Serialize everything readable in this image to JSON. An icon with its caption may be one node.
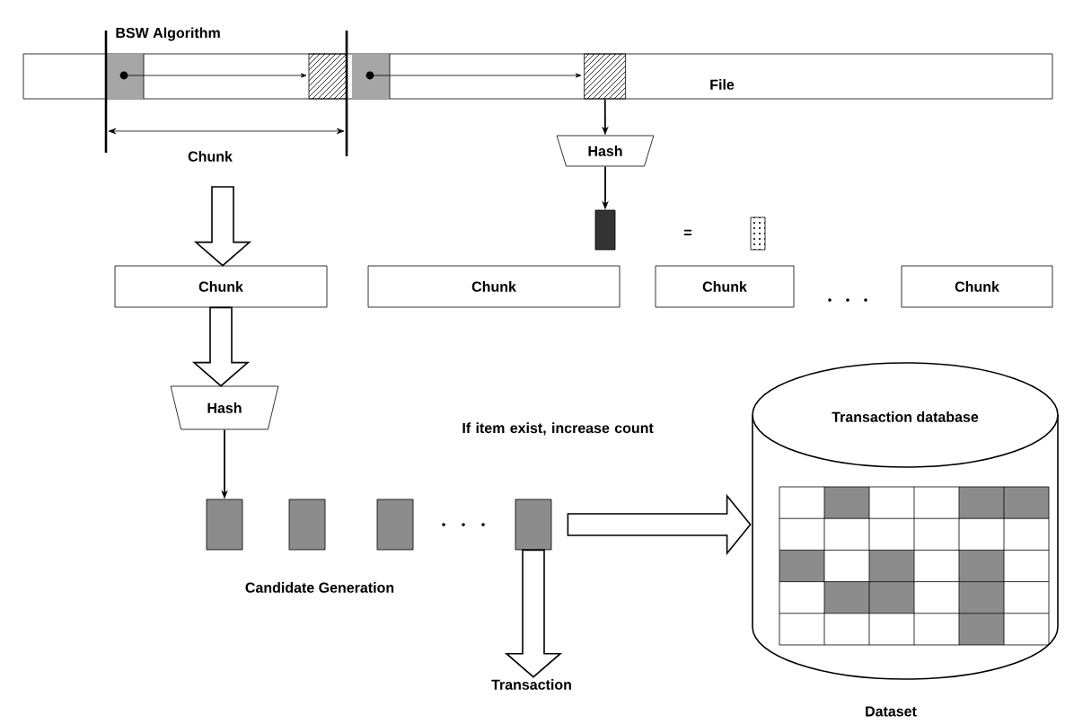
{
  "diagram": {
    "nodes": [
      {
        "text": [
          "File"
        ]
      },
      {
        "text": [],
        "shape": "box",
        "in": 0
      },
      {
        "text": [
          "Hash"
        ]
      },
      {
        "text": [],
        "shape": "bar"
      },
      {
        "text": [],
        "shape": "bar"
      },
      {
        "text": [
          "Chunk"
        ]
      },
      {
        "text": [
          "Chunk"
        ]
      },
      {
        "text": [
          "Chunk"
        ]
      },
      {
        "text": [
          "Chunk"
        ]
      },
      {
        "text": [
          "Hash"
        ]
      },
      {
        "text": [],
        "shape": "bar"
      },
      {
        "text": [],
        "shape": "bar"
      },
      {
        "text": [],
        "shape": "bar"
      },
      {
        "text": [],
        "shape": "bar"
      },
      {
        "text": [
          "Transaction database"
        ],
        "beside": [
          "Dataset"
        ]
      },
      {
        "text": [
          "Transaction"
        ]
      }
    ],
    "edges": [
      {
        "from": null,
        "to": 5,
        "arrow": "to",
        "style": "thick"
      },
      {
        "from": 1,
        "to": 2,
        "arrow": "to"
      },
      {
        "from": 2,
        "to": 3,
        "arrow": "to"
      },
      {
        "from": 5,
        "to": 9,
        "arrow": "to",
        "style": "thick"
      },
      {
        "from": 9,
        "to": 10,
        "arrow": "to"
      },
      {
        "from": 13,
        "to": 14,
        "arrow": "to",
        "style": "thick"
      },
      {
        "from": 13,
        "to": 15,
        "arrow": "to",
        "style": "thick"
      }
    ],
    "labels": [
      "BSW Algorithm",
      "Chunk",
      "=",
      "If item exist, increase count",
      "Candidate Generation"
    ]
  }
}
